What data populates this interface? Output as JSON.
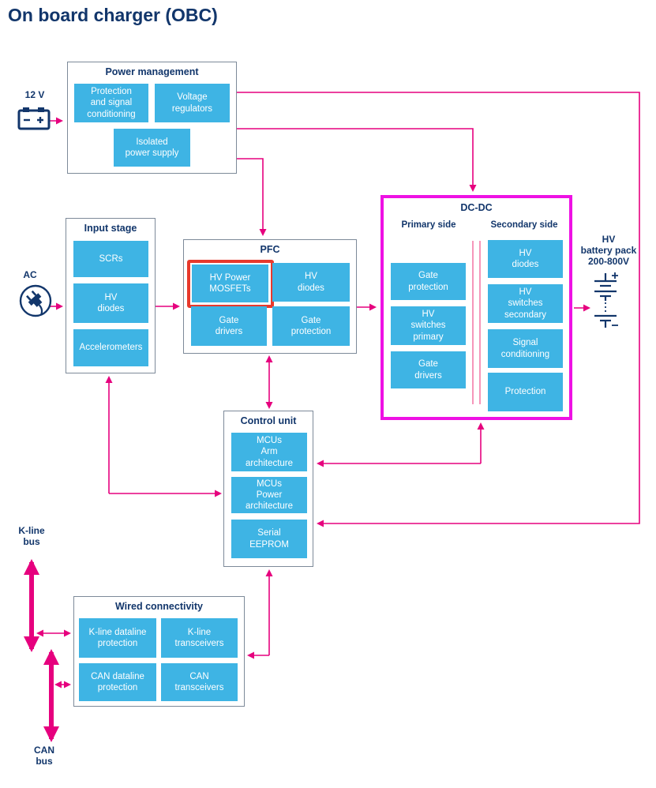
{
  "title": "On board charger (OBC)",
  "labels": {
    "battery_12v": "12 V",
    "ac": "AC",
    "hv_battery": "HV\nbattery pack\n200-800V",
    "kline_bus": "K-line\nbus",
    "can_bus": "CAN\nbus"
  },
  "sections": {
    "power_management": {
      "title": "Power management",
      "blocks": [
        "Protection\nand signal\nconditioning",
        "Voltage\nregulators",
        "Isolated\npower supply"
      ]
    },
    "input_stage": {
      "title": "Input stage",
      "blocks": [
        "SCRs",
        "HV\ndiodes",
        "Accelerometers"
      ]
    },
    "pfc": {
      "title": "PFC",
      "highlighted_block": "HV Power MOSFETs",
      "blocks": [
        "HV Power\nMOSFETs",
        "HV\ndiodes",
        "Gate\ndrivers",
        "Gate\nprotection"
      ]
    },
    "dcdc": {
      "title": "DC-DC",
      "primary_label": "Primary side",
      "secondary_label": "Secondary side",
      "primary_blocks": [
        "Gate\nprotection",
        "HV\nswitches\nprimary",
        "Gate\ndrivers"
      ],
      "secondary_blocks": [
        "HV\ndiodes",
        "HV\nswitches\nsecondary",
        "Signal\nconditioning",
        "Protection"
      ]
    },
    "control_unit": {
      "title": "Control unit",
      "blocks": [
        "MCUs\nArm\narchitecture",
        "MCUs\nPower\narchitecture",
        "Serial\nEEPROM"
      ]
    },
    "wired_connectivity": {
      "title": "Wired connectivity",
      "blocks": [
        "K-line dataline\nprotection",
        "K-line\ntransceivers",
        "CAN dataline\nprotection",
        "CAN\ntransceivers"
      ]
    }
  },
  "icons": {
    "battery_12v": "car-battery-icon",
    "ac": "ac-plug-icon",
    "hv_battery": "battery-cells-icon"
  },
  "colors": {
    "navy_text": "#12366b",
    "block_blue": "#3eb4e4",
    "connector_pink": "#e6007e",
    "dcdc_magenta": "#ee11e4",
    "highlight_red": "#e8392c",
    "box_border_gray": "#7d8a99"
  }
}
